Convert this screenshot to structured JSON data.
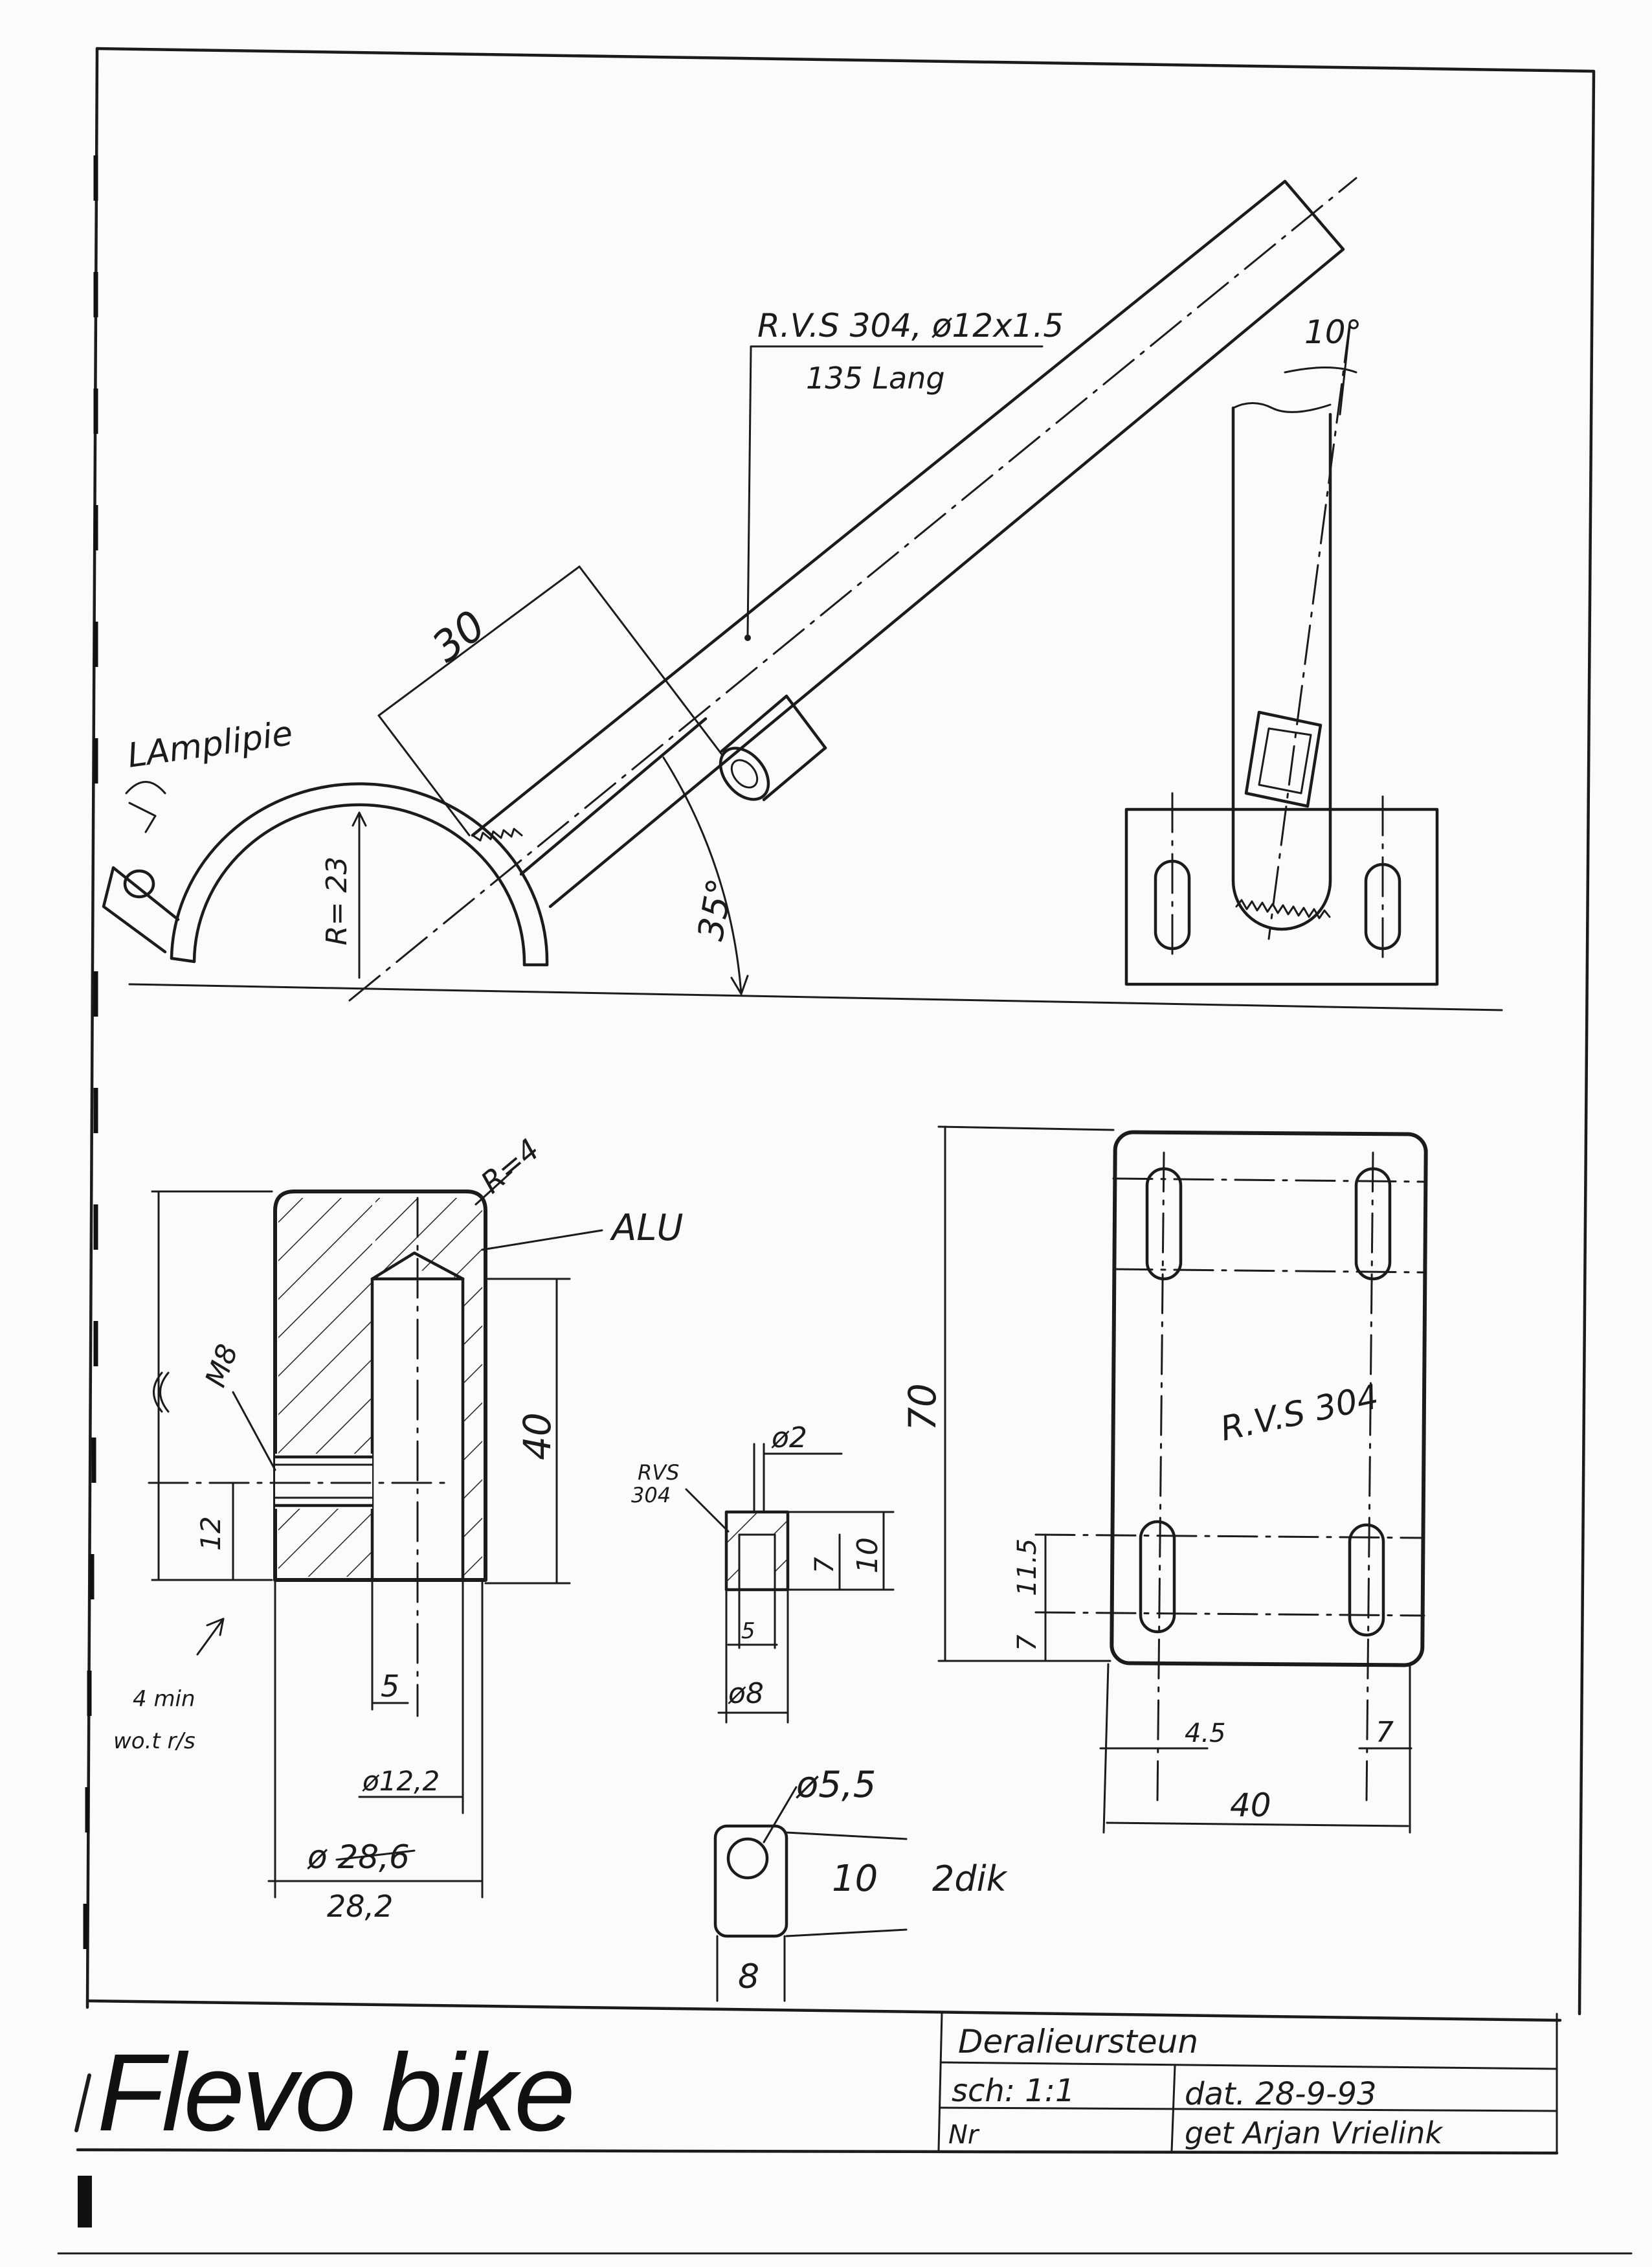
{
  "tube_spec": {
    "line1": "R.V.S 304, ø12x1.5",
    "line2": "135 Lang"
  },
  "top_view": {
    "length_30": "30",
    "angle_35": "35°",
    "radius": "R= 23",
    "lamp_note": "LAmplipie"
  },
  "side_view": {
    "angle_10": "10°"
  },
  "section_view": {
    "radius": "R=4",
    "material": "ALU",
    "height_40": "40",
    "thread": "M8",
    "dim_12": "12",
    "dim_5": "5",
    "dia_inner": "ø12,2",
    "dia_outer": "ø 28,6",
    "dia_outer_corrected": "28,2",
    "weld_note_1": "4 min",
    "weld_note_2": "wo.t r/s"
  },
  "bush_view": {
    "material_1": "RVS",
    "material_2": "304",
    "dia_2": "ø2",
    "dim_10": "10",
    "dim_7": "7",
    "dim_5": "5",
    "dia_8": "ø8"
  },
  "plate_view": {
    "material": "R.V.S 304",
    "height_70": "70",
    "dim_11_5": "11.5",
    "dim_7_left": "7",
    "dim_4_5": "4.5",
    "dim_7_right": "7",
    "width_40": "40"
  },
  "lug_view": {
    "dia": "ø5,5",
    "thickness": "10",
    "note": "2dik",
    "width": "8"
  },
  "title_block": {
    "logo": "Flevo bike",
    "part_name": "Deralieursteun",
    "scale": "sch: 1:1",
    "date": "dat. 28-9-93",
    "number_label": "Nr",
    "drawn_by": "get Arjan Vrielink"
  }
}
